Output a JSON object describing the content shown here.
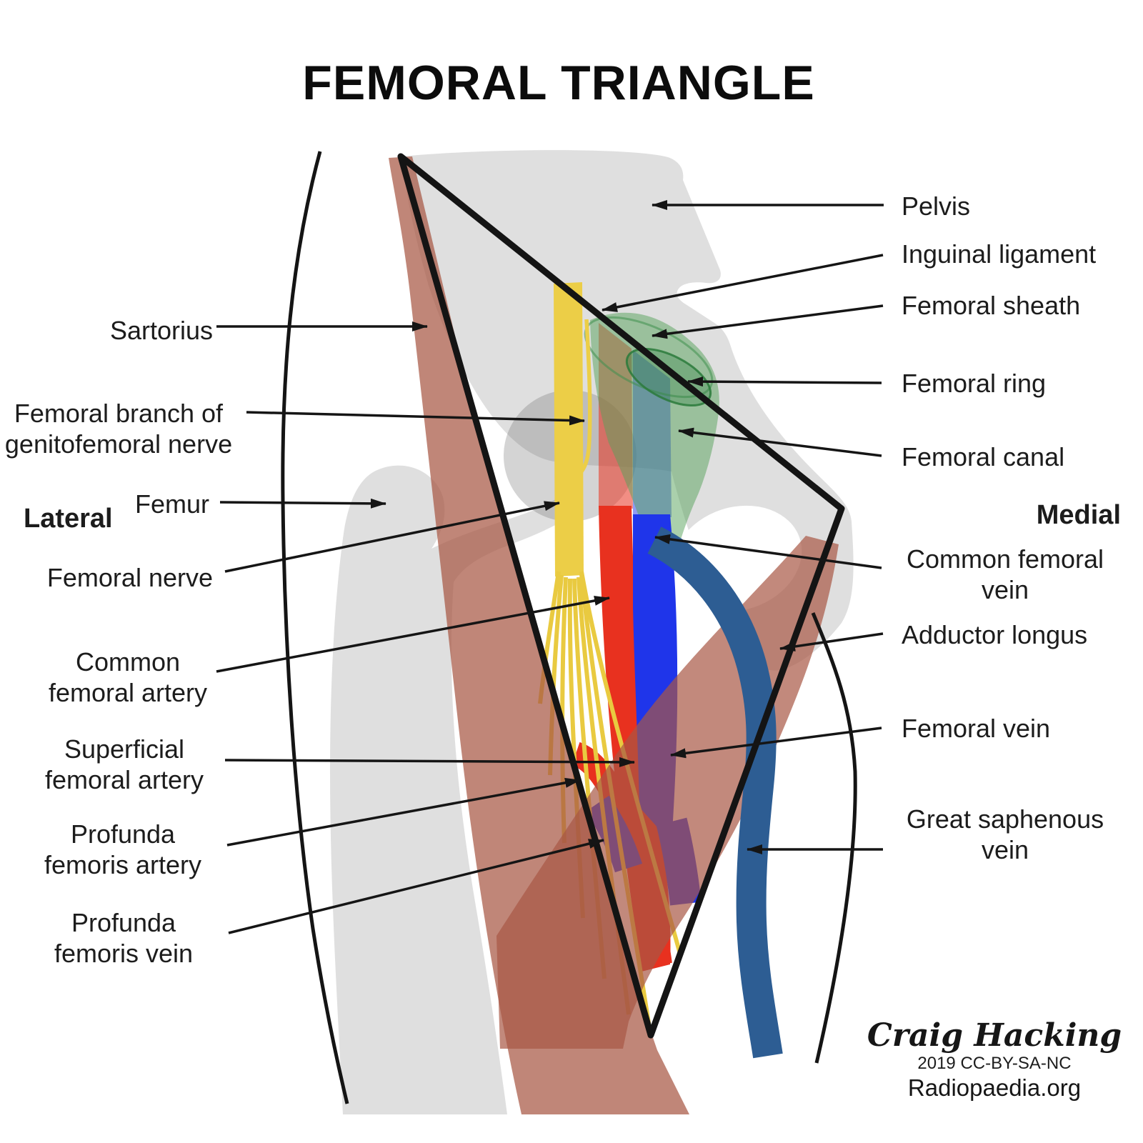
{
  "title": "FEMORAL TRIANGLE",
  "side_labels": {
    "lateral": "Lateral",
    "medial": "Medial"
  },
  "labels": {
    "sartorius": "Sartorius",
    "genitofemoral": "Femoral branch of\ngenitofemoral nerve",
    "femur": "Femur",
    "femoral_nerve": "Femoral nerve",
    "common_femoral_artery": "Common\nfemoral artery",
    "superficial_femoral_artery": "Superficial\nfemoral artery",
    "profunda_femoris_artery": "Profunda\nfemoris artery",
    "profunda_femoris_vein": "Profunda\nfemoris vein",
    "pelvis": "Pelvis",
    "inguinal_ligament": "Inguinal ligament",
    "femoral_sheath": "Femoral sheath",
    "femoral_ring": "Femoral ring",
    "femoral_canal": "Femoral canal",
    "common_femoral_vein": "Common femoral\nvein",
    "adductor_longus": "Adductor longus",
    "femoral_vein": "Femoral vein",
    "great_saphenous_vein": "Great saphenous\nvein"
  },
  "credit": {
    "author": "Craig Hacking",
    "license": "2019 CC-BY-SA-NC",
    "site": "Radiopaedia.org"
  },
  "colors": {
    "bone": "#dfdfdf",
    "muscle": "#a85744",
    "artery_red": "#e8311f",
    "vein_blue": "#1f35ea",
    "nerve_yellow": "#ecce47",
    "sheath_green": "#55a159",
    "saphenous_blue": "#2d5d93",
    "outline_black": "#141414"
  }
}
